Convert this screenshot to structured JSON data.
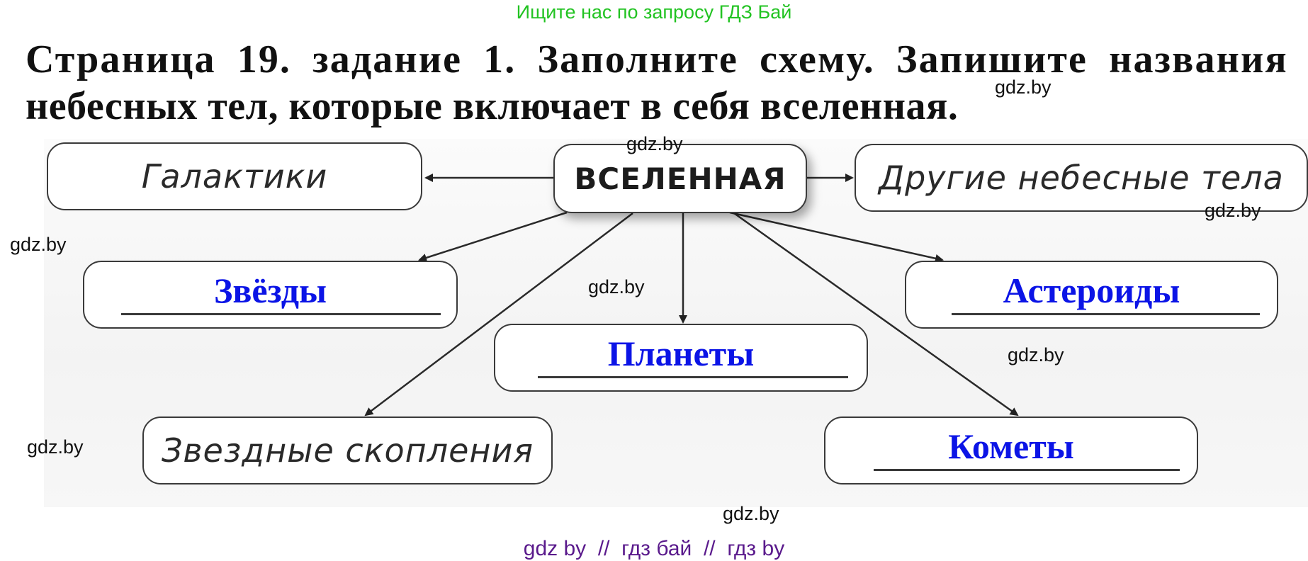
{
  "header": {
    "search_hint": "Ищите нас по запросу ГДЗ Бай"
  },
  "task": {
    "line1": "Страница 19. задание 1. Заполните схему. Запишите названия",
    "line2": "небесных тел, которые включает в себя вселенная."
  },
  "diagram": {
    "center": "ВСЕЛЕННАЯ",
    "given": {
      "galaxies": "Галактики",
      "other_bodies": "Другие небесные тела",
      "star_clusters": "Звездные скопления"
    },
    "answers": {
      "stars": "Звёзды",
      "planets": "Планеты",
      "asteroids": "Астероиды",
      "comets": "Кометы"
    },
    "colors": {
      "answer_text": "#0b14e6",
      "border": "#3a3a3a"
    }
  },
  "watermarks": {
    "w1": "gdz.by",
    "w2": "gdz.by",
    "w3": "gdz.by",
    "w4": "gdz.by",
    "w5": "gdz.by",
    "w6": "gdz.by",
    "w7": "gdz.by",
    "w8": "gdz.by"
  },
  "footer": {
    "links": "gdz by  //  гдз бай  //  гдз by"
  }
}
